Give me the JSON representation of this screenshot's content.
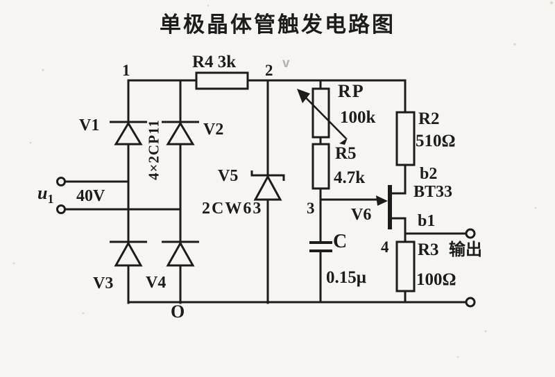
{
  "title": "单极晶体管触发电路图",
  "colors": {
    "ink": "#1c1c1c",
    "paper": "#f6f5f1"
  },
  "nodes": {
    "n1": "1",
    "n2": "2",
    "n3": "3",
    "n4": "4",
    "o": "O"
  },
  "source": {
    "symbol": "u",
    "subscript": "1",
    "voltage": "40V"
  },
  "bridge": {
    "type_label": "4×2CP11",
    "v1": "V1",
    "v2": "V2",
    "v3": "V3",
    "v4": "V4"
  },
  "components": {
    "r4": {
      "label": "R4 3k"
    },
    "rp": {
      "label": "RP",
      "value": "100k"
    },
    "r5": {
      "label": "R5",
      "value": "4.7k"
    },
    "r2": {
      "label": "R2",
      "value": "510Ω"
    },
    "r3": {
      "label": "R3",
      "value": "100Ω",
      "suffix": "输出"
    },
    "v5": {
      "label": "V5",
      "type": "2CW63"
    },
    "v6": {
      "label": "V6",
      "type": "BT33",
      "b1": "b1",
      "b2": "b2"
    },
    "c": {
      "label": "C",
      "value": "0.15μ"
    }
  },
  "annotations": {
    "check_mark": "v"
  }
}
